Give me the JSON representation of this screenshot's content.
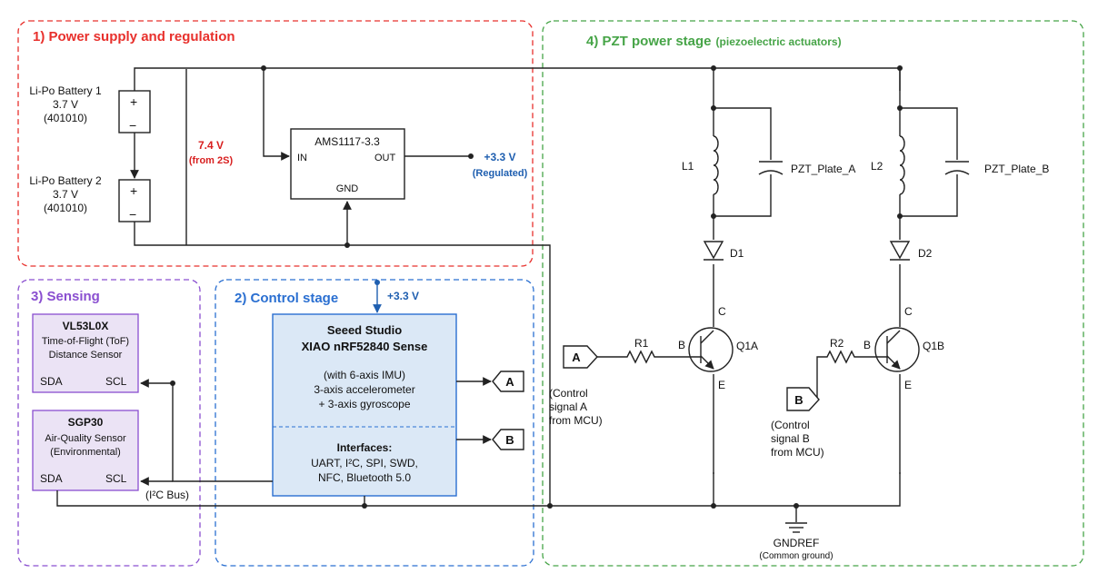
{
  "sections": {
    "power": {
      "title": "1) Power supply and regulation",
      "color": "#e8302c"
    },
    "control": {
      "title": "2) Control stage",
      "color": "#2a6fd1"
    },
    "sensing": {
      "title": "3) Sensing",
      "color": "#8a4fd0"
    },
    "pzt": {
      "title_main": "4) PZT power stage",
      "title_sub": "(piezoelectric actuators)",
      "color": "#46a447"
    }
  },
  "battery1": {
    "name": "Li-Po Battery 1",
    "voltage": "3.7 V",
    "model": "(401010)",
    "plus": "+",
    "minus": "−"
  },
  "battery2": {
    "name": "Li-Po Battery 2",
    "voltage": "3.7 V",
    "model": "(401010)",
    "plus": "+",
    "minus": "−"
  },
  "stack_voltage": {
    "value": "7.4 V",
    "note": "(from 2S)"
  },
  "regulator": {
    "name": "AMS1117-3.3",
    "in": "IN",
    "out": "OUT",
    "gnd": "GND"
  },
  "regulated_out": {
    "value": "+3.3 V",
    "note": "(Regulated)"
  },
  "mcu": {
    "supply": "+3.3 V",
    "name_line1": "Seeed Studio",
    "name_line2": "XIAO nRF52840 Sense",
    "feat1": "(with 6-axis IMU)",
    "feat2": "3-axis accelerometer",
    "feat3": "+ 3-axis gyroscope",
    "interfaces_title": "Interfaces:",
    "if1": "UART, I²C, SPI, SWD,",
    "if2": "NFC, Bluetooth 5.0"
  },
  "ports": {
    "a": "A",
    "b": "B"
  },
  "sensor_tof": {
    "name": "VL53L0X",
    "line2": "Time-of-Flight (ToF)",
    "line3": "Distance Sensor",
    "sda": "SDA",
    "scl": "SCL"
  },
  "sensor_air": {
    "name": "SGP30",
    "line2": "Air-Quality Sensor",
    "line3": "(Environmental)",
    "sda": "SDA",
    "scl": "SCL"
  },
  "i2c_bus": "(I²C Bus)",
  "pzt_a": {
    "inductor": "L1",
    "plate": "PZT_Plate_A",
    "diode": "D1",
    "transistor": "Q1A",
    "resistor": "R1",
    "c": "C",
    "b": "B",
    "e": "E",
    "signal": "A",
    "note1": "(Control",
    "note2": "signal A",
    "note3": "from MCU)"
  },
  "pzt_b": {
    "inductor": "L2",
    "plate": "PZT_Plate_B",
    "diode": "D2",
    "transistor": "Q1B",
    "resistor": "R2",
    "c": "C",
    "b": "B",
    "e": "E",
    "signal": "B",
    "note1": "(Control",
    "note2": "signal B",
    "note3": "from MCU)"
  },
  "ground": {
    "name": "GNDREF",
    "note": "(Common ground)"
  }
}
